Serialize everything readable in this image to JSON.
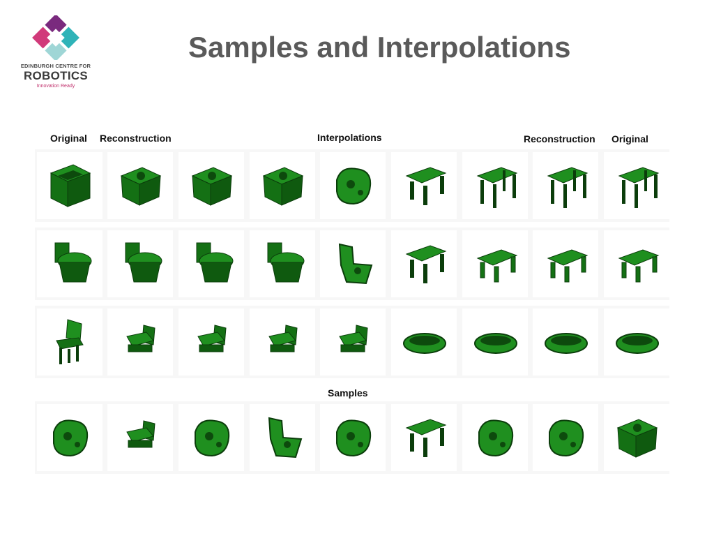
{
  "logo": {
    "line1": "EDINBURGH CENTRE FOR",
    "line2": "ROBOTICS",
    "line3": "Innovation Ready"
  },
  "title": "Samples and Interpolations",
  "headers": {
    "original_left": "Original",
    "reconstruction_left": "Reconstruction",
    "interpolations": "Interpolations",
    "reconstruction_right": "Reconstruction",
    "original_right": "Original",
    "samples": "Samples"
  },
  "colors": {
    "voxel_green": "#1f8f1f",
    "voxel_dark": "#0b3d0b",
    "title": "#5a5a5a"
  },
  "rows": [
    {
      "name": "sofa-to-table",
      "shapes": [
        "sofa",
        "sofa-blob",
        "sofa-blob",
        "sofa-blob",
        "blob",
        "table-rough",
        "table",
        "table",
        "table"
      ]
    },
    {
      "name": "toilet-to-table",
      "shapes": [
        "toilet",
        "toilet",
        "toilet",
        "toilet",
        "toilet-rough",
        "table-rough",
        "table-low",
        "table-low",
        "table-low"
      ]
    },
    {
      "name": "chair-to-tub",
      "shapes": [
        "chair",
        "chair-small",
        "chair-small",
        "chair-small",
        "chair-small",
        "tub",
        "tub",
        "tub",
        "tub"
      ]
    },
    {
      "name": "samples",
      "shapes": [
        "blob",
        "chair-small",
        "blob",
        "toilet-rough",
        "blob",
        "table-rough",
        "blob",
        "blob",
        "sofa-blob"
      ]
    }
  ]
}
